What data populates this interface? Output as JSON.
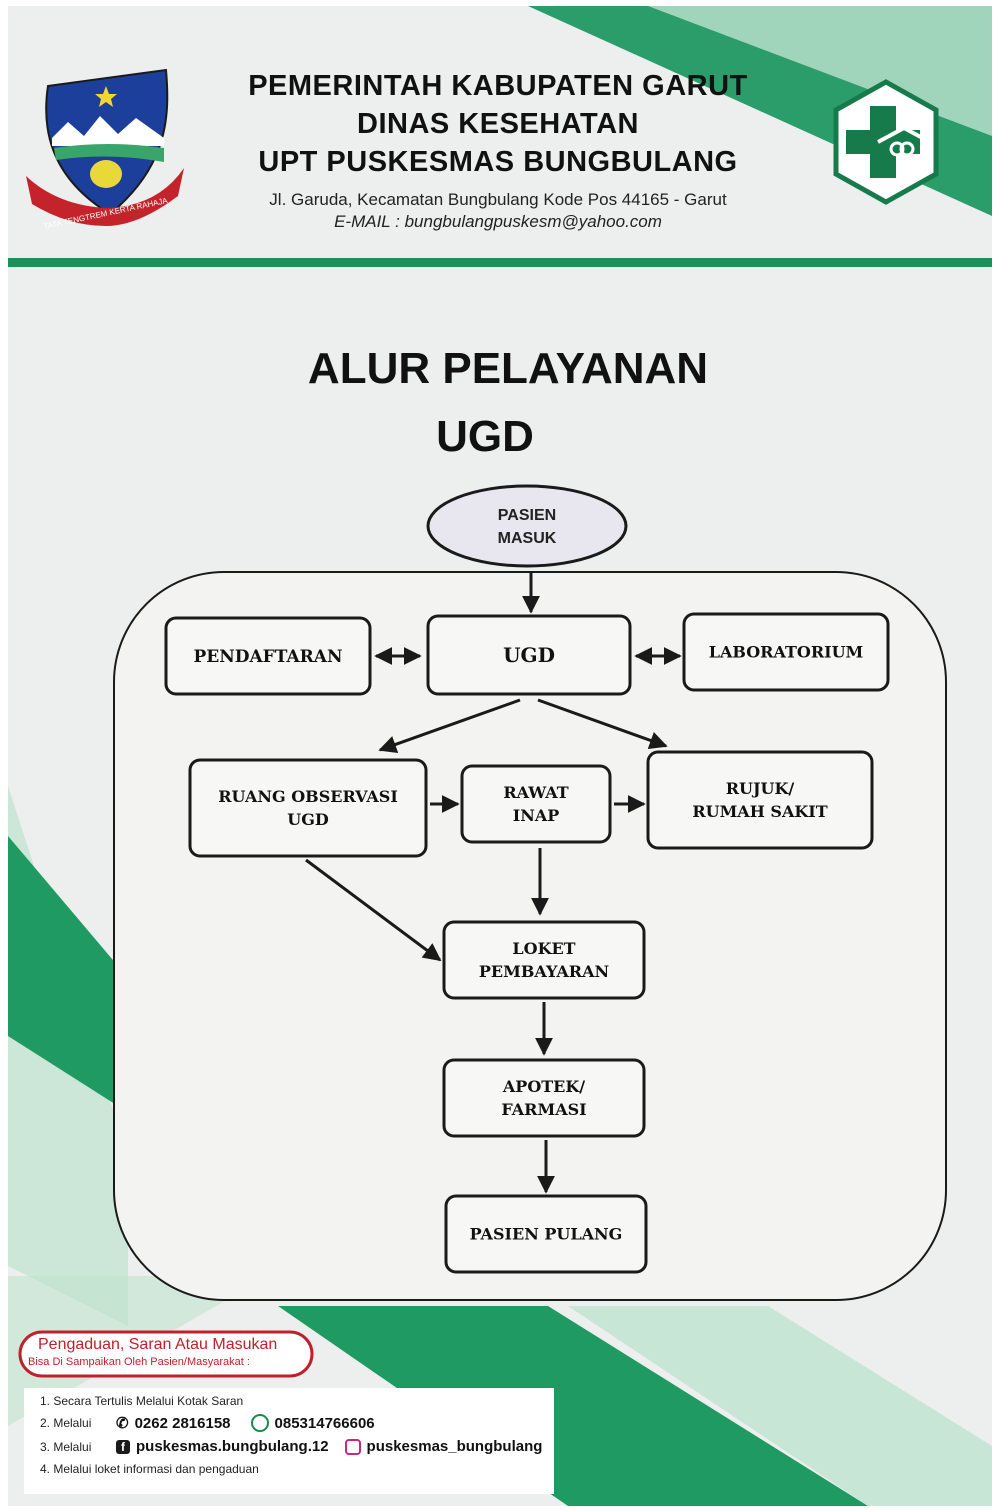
{
  "header": {
    "line1": "PEMERINTAH KABUPATEN GARUT",
    "line2": "DINAS KESEHATAN",
    "line3": "UPT PUSKESMAS BUNGBULANG",
    "address": "Jl. Garuda, Kecamatan Bungbulang Kode Pos 44165 - Garut",
    "email": "E-MAIL : bungbulangpuskesm@yahoo.com",
    "emblem_motto": "TATA TENGTREM KERTA RAHAJA"
  },
  "title": {
    "line1": "ALUR PELAYANAN",
    "line2": "UGD"
  },
  "diagram": {
    "nodes": {
      "pasien_masuk": [
        "PASIEN",
        "MASUK"
      ],
      "pendaftaran": [
        "PENDAFTARAN"
      ],
      "ugd": [
        "UGD"
      ],
      "laboratorium": [
        "LABORATORIUM"
      ],
      "ruang_observasi": [
        "RUANG OBSERVASI",
        "UGD"
      ],
      "rawat_inap": [
        "RAWAT",
        "INAP"
      ],
      "rujuk": [
        "RUJUK/",
        "RUMAH SAKIT"
      ],
      "loket": [
        "LOKET",
        "PEMBAYARAN"
      ],
      "apotek": [
        "APOTEK/",
        "FARMASI"
      ],
      "pasien_pulang": [
        "PASIEN PULANG"
      ]
    },
    "edges": [
      {
        "from": "pasien_masuk",
        "to": "ugd",
        "type": "single"
      },
      {
        "from": "ugd",
        "to": "pendaftaran",
        "type": "double"
      },
      {
        "from": "ugd",
        "to": "laboratorium",
        "type": "double"
      },
      {
        "from": "ugd",
        "to": "ruang_observasi",
        "type": "single"
      },
      {
        "from": "ugd",
        "to": "rujuk",
        "type": "single"
      },
      {
        "from": "ruang_observasi",
        "to": "rawat_inap",
        "type": "single"
      },
      {
        "from": "rawat_inap",
        "to": "rujuk",
        "type": "single"
      },
      {
        "from": "rawat_inap",
        "to": "loket",
        "type": "single"
      },
      {
        "from": "ruang_observasi",
        "to": "loket",
        "type": "single"
      },
      {
        "from": "loket",
        "to": "apotek",
        "type": "single"
      },
      {
        "from": "apotek",
        "to": "pasien_pulang",
        "type": "single"
      }
    ]
  },
  "footer": {
    "complaint_title": "Pengaduan, Saran Atau Masukan",
    "complaint_subtitle": "Bisa Di Sampaikan Oleh Pasien/Masyarakat :",
    "item1": "1.   Secara Tertulis Melalui Kotak Saran",
    "item2_prefix": "2.   Melalui",
    "phone": "0262 2816158",
    "whatsapp": "085314766606",
    "item3_prefix": "3.   Melalui",
    "facebook": "puskesmas.bungbulang.12",
    "instagram": "puskesmas_bungbulang",
    "item4": "4.   Melalui loket informasi dan pengaduan"
  },
  "colors": {
    "green": "#1fa06a",
    "dark_green": "#0e8a50",
    "light_green": "#c9ebd8",
    "red": "#c0202a",
    "oval_fill": "#e8e6ef"
  }
}
